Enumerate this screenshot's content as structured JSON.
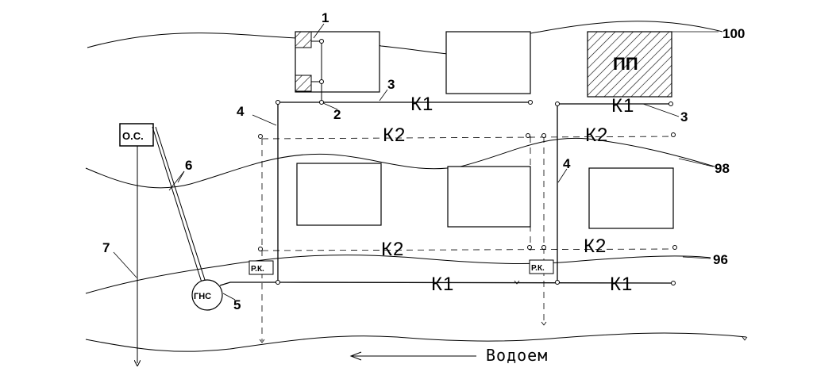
{
  "contours": [
    "100",
    "98",
    "96"
  ],
  "sewer": {
    "k1": "К1",
    "k2": "К2"
  },
  "callouts": [
    "1",
    "2",
    "3",
    "4",
    "5",
    "6",
    "7"
  ],
  "facilities": {
    "treatment": "О.С.",
    "pump_station": "ГНС",
    "inspection_well": "Р.К.",
    "industrial": "ПП"
  },
  "waterbody": "Водоем"
}
